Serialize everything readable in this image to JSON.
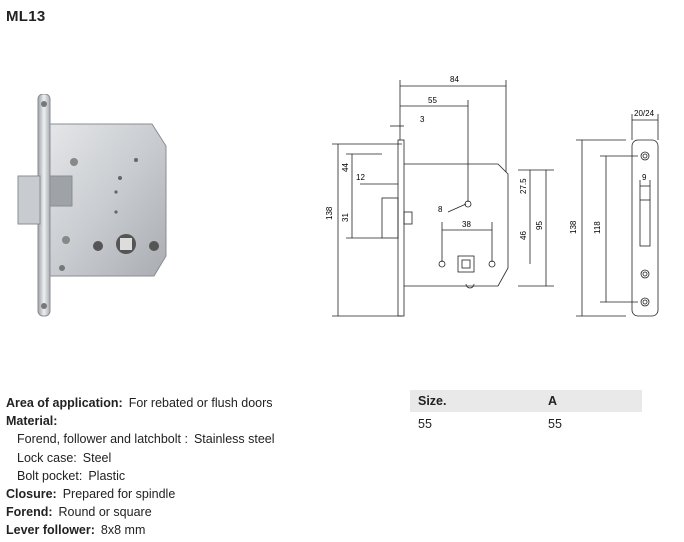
{
  "product": {
    "title": "ML13"
  },
  "dimensions": {
    "d84": "84",
    "d55": "55",
    "d3": "3",
    "d12": "12",
    "d44": "44",
    "d31": "31",
    "d138": "138",
    "d8": "8",
    "d38": "38",
    "d27_5": "27.5",
    "d46": "46",
    "d95": "95",
    "d20_24": "20/24",
    "d9": "9",
    "d138b": "138",
    "d118": "118"
  },
  "specs": {
    "area_label": "Area of application:",
    "area_value": "For rebated or flush doors",
    "material_label": "Material:",
    "forend_sub_label": "Forend, follower and latchbolt :",
    "forend_sub_value": "Stainless steel",
    "case_label": "Lock case:",
    "case_value": "Steel",
    "pocket_label": "Bolt pocket:",
    "pocket_value": "Plastic",
    "closure_label": "Closure:",
    "closure_value": "Prepared for spindle",
    "forend_label": "Forend:",
    "forend_value": "Round or square",
    "follower_label": "Lever follower:",
    "follower_value": "8x8 mm"
  },
  "size_table": {
    "headers": [
      "Size.",
      "A"
    ],
    "rows": [
      [
        "55",
        "55"
      ]
    ]
  }
}
